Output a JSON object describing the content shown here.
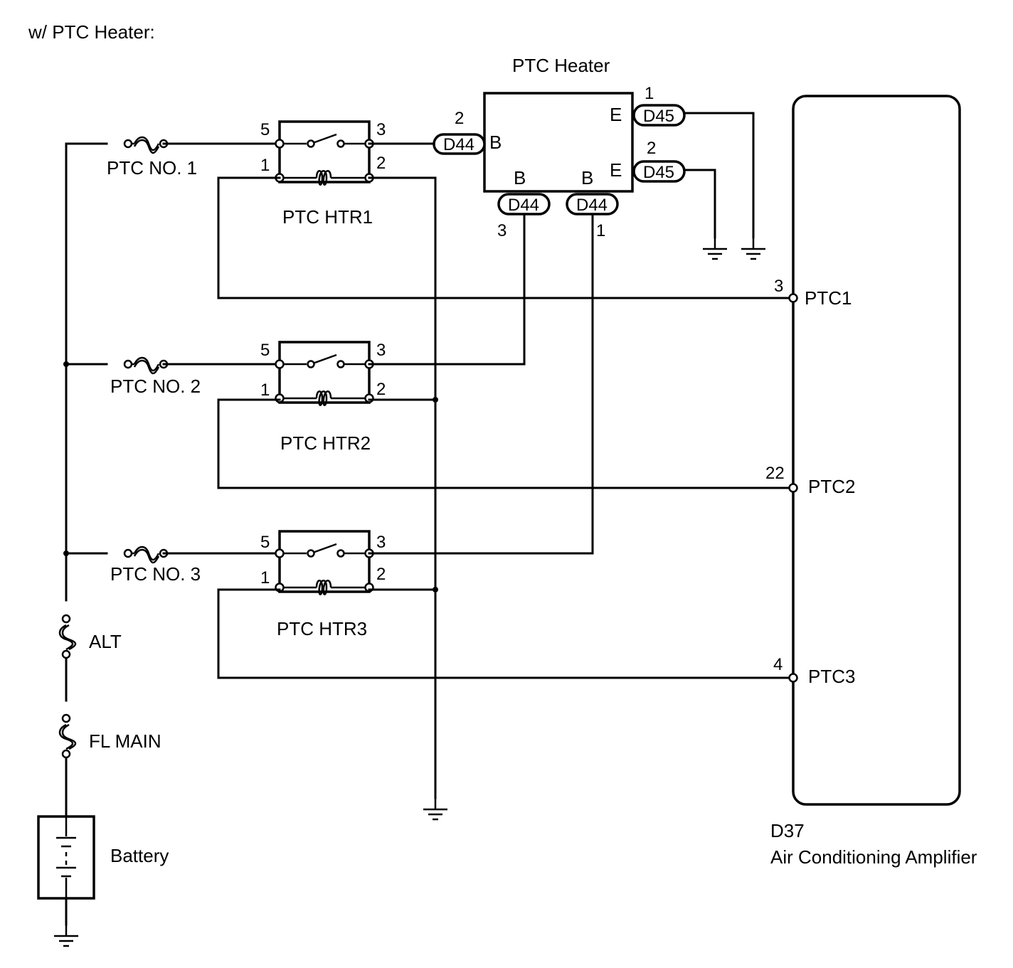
{
  "header": {
    "title": "w/ PTC Heater:"
  },
  "ptc_heater": {
    "name": "PTC Heater",
    "pin_labels": {
      "b": "B",
      "e": "E"
    }
  },
  "connectors": {
    "d44": "D44",
    "d45": "D45"
  },
  "pins": {
    "d44_top": "2",
    "d44_left": "3",
    "d44_right": "1",
    "d45_top": "1",
    "d45_bottom": "2"
  },
  "fuses": {
    "no1": "PTC NO. 1",
    "no2": "PTC NO. 2",
    "no3": "PTC NO. 3",
    "alt": "ALT",
    "fl_main": "FL MAIN"
  },
  "relays": [
    {
      "name": "PTC HTR1",
      "pin5": "5",
      "pin3": "3",
      "pin1": "1",
      "pin2": "2"
    },
    {
      "name": "PTC HTR2",
      "pin5": "5",
      "pin3": "3",
      "pin1": "1",
      "pin2": "2"
    },
    {
      "name": "PTC HTR3",
      "pin5": "5",
      "pin3": "3",
      "pin1": "1",
      "pin2": "2"
    }
  ],
  "battery": {
    "label": "Battery"
  },
  "amplifier": {
    "connector": "D37",
    "name": "Air Conditioning Amplifier",
    "terminals": [
      {
        "pin": "3",
        "name": "PTC1"
      },
      {
        "pin": "22",
        "name": "PTC2"
      },
      {
        "pin": "4",
        "name": "PTC3"
      }
    ]
  }
}
